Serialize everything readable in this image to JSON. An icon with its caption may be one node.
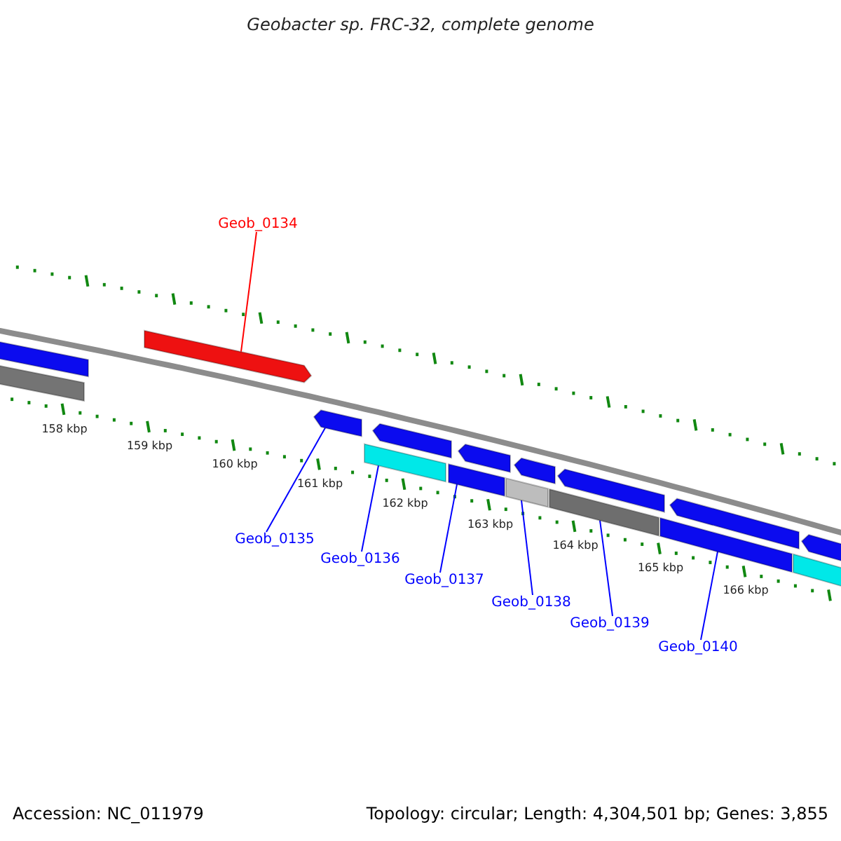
{
  "diagram": {
    "title": "Geobacter sp. FRC-32, complete genome",
    "nodes": [
      {
        "text": [
          "Geob_0134"
        ]
      },
      {
        "text": [],
        "shape": "bar"
      },
      {
        "text": [],
        "shape": "bar"
      },
      {
        "text": [],
        "shape": "arrow"
      },
      {
        "text": [],
        "shape": "arrow"
      },
      {
        "text": [],
        "shape": "bar"
      },
      {
        "text": [],
        "shape": "arrow"
      },
      {
        "text": [],
        "shape": "bar"
      },
      {
        "text": [],
        "shape": "arrow"
      },
      {
        "text": [],
        "shape": "bar"
      },
      {
        "text": [],
        "shape": "arrow"
      },
      {
        "text": [],
        "shape": "bar"
      },
      {
        "text": [],
        "shape": "arrow"
      },
      {
        "text": [],
        "shape": "bar"
      },
      {
        "text": [],
        "shape": "arrow"
      },
      {
        "text": [],
        "shape": "bar"
      },
      {
        "text": [],
        "shape": "arrow"
      },
      {
        "text": [
          "Geob_0135"
        ]
      },
      {
        "text": [
          "Geob_0136"
        ]
      },
      {
        "text": [
          "Geob_0137"
        ]
      },
      {
        "text": [
          "Geob_0138"
        ]
      },
      {
        "text": [
          "Geob_0139"
        ]
      },
      {
        "text": [
          "Geob_0140"
        ]
      }
    ],
    "edges": [
      {
        "from": 0,
        "to": 3,
        "arrow": "none",
        "color": "#ff0000"
      },
      {
        "from": 17,
        "to": 4,
        "arrow": "none"
      },
      {
        "from": 18,
        "to": 5,
        "arrow": "none"
      },
      {
        "from": 19,
        "to": 7,
        "arrow": "none"
      },
      {
        "from": 20,
        "to": 9,
        "arrow": "none"
      },
      {
        "from": 21,
        "to": 11,
        "arrow": "none"
      },
      {
        "from": 22,
        "to": 13,
        "arrow": "none"
      }
    ],
    "labels": [
      "158 kbp",
      "159 kbp",
      "160 kbp",
      "161 kbp",
      "162 kbp",
      "163 kbp",
      "164 kbp",
      "165 kbp",
      "166 kbp",
      "Accession: NC_011979",
      "Topology: circular; Length: 4,304,501 bp; Genes: 3,855"
    ]
  }
}
